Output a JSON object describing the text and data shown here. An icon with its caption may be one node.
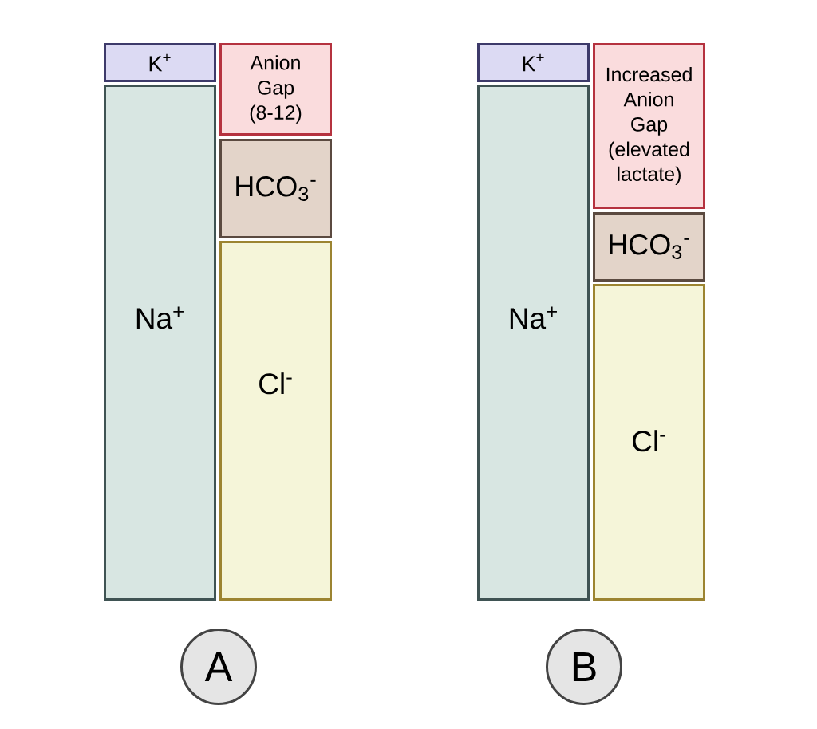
{
  "diagram": {
    "nodes": [
      {
        "text": [
          "K$^{+}$"
        ]
      },
      {
        "text": [
          "Anion Gap (8-12)"
        ]
      },
      {
        "text": [
          "Na$^{+}$"
        ]
      },
      {
        "text": [
          "HCO$_{3}$$^{-}$"
        ]
      },
      {
        "text": [
          "Cl$^{-}$"
        ]
      },
      {
        "text": [
          "A"
        ]
      },
      {
        "text": [
          "K$^{+}$"
        ]
      },
      {
        "text": [
          "Increased Anion Gap (elevated lactate)"
        ]
      },
      {
        "text": [
          "Na$^{+}$"
        ]
      },
      {
        "text": [
          "HCO$_{3}$$^{-}$"
        ]
      },
      {
        "text": [
          "Cl$^{-}$"
        ]
      },
      {
        "text": [
          "B"
        ]
      }
    ]
  }
}
